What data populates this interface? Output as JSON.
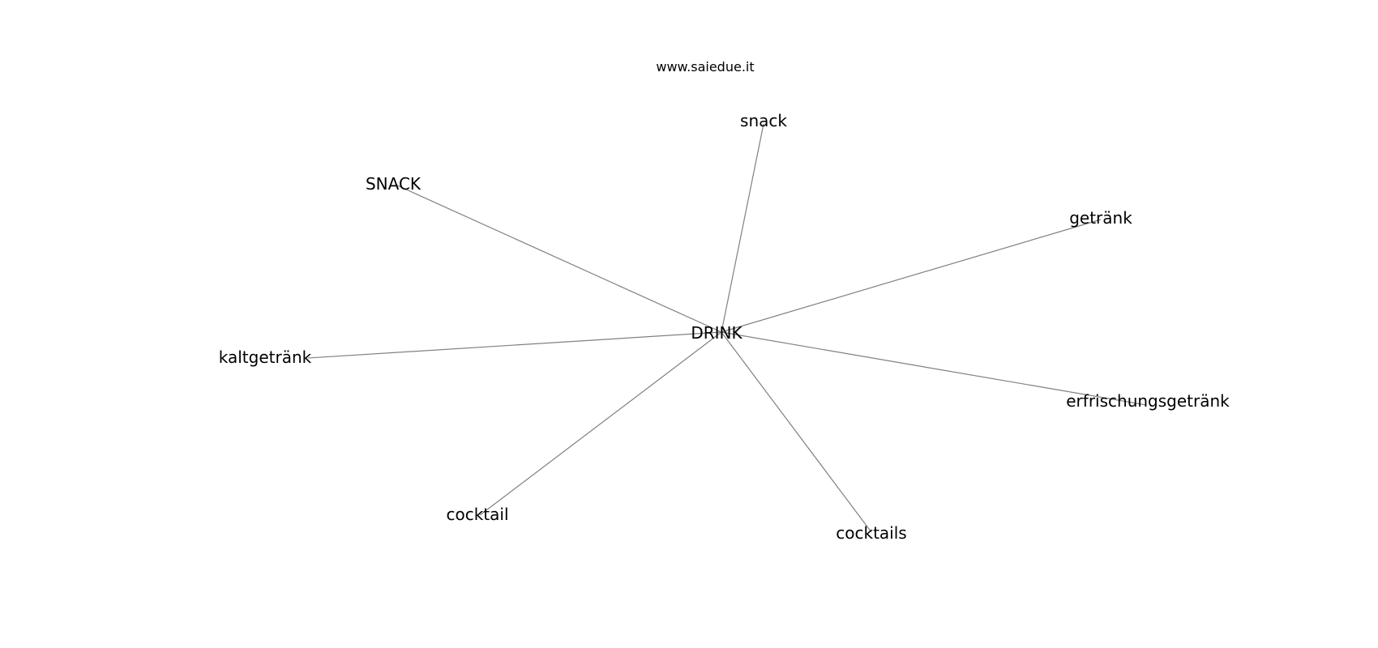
{
  "watermark": "www.saiedue.it",
  "graph": {
    "center": "DRINK",
    "neighbors": [
      "snack",
      "SNACK",
      "getränk",
      "kaltgetränk",
      "erfrischungsgetränk",
      "cocktail",
      "cocktails"
    ],
    "edge_color": "#808080",
    "text_color": "#000000"
  }
}
